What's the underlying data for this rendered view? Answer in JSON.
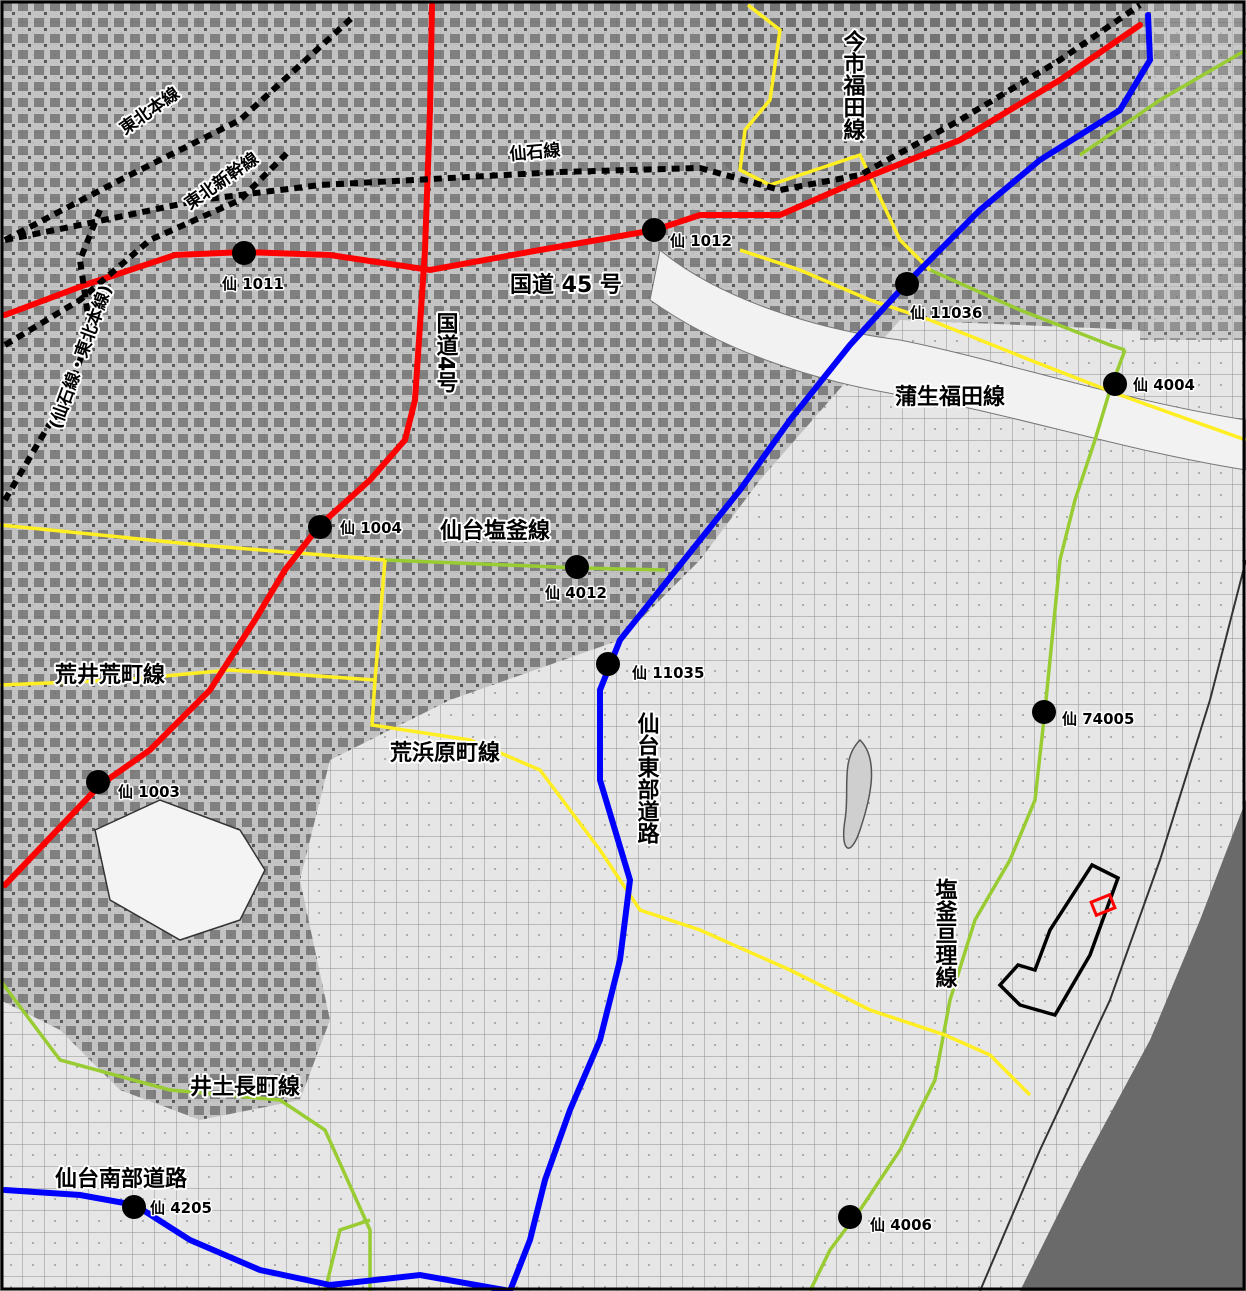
{
  "map": {
    "colors": {
      "national_route": "#ff0000",
      "bypass_road": "#0000ff",
      "prefectural_major": "#ffee22",
      "prefectural_minor": "#99cc33",
      "railway": "#000000",
      "project_area": "#000000",
      "project_marker": "#ff0000",
      "sea": "#6a6a6a",
      "land": "#e6e6e6",
      "urban": "#9a9a9a"
    },
    "railways": {
      "senseki_line": "仙石線",
      "tohoku_honsen": "東北本線",
      "tohoku_shinkansen": "東北新幹線",
      "others": "(仙石線・東北本線)"
    },
    "roads": {
      "r45": "国道 45 号",
      "r4": "国道4号",
      "sendai_tobu": "仙台東部道路",
      "sendai_nanbu": "仙台南部道路",
      "imaichi_fukuda": "今市福田線",
      "gamo_fukuda": "蒲生福田線",
      "sendai_shiogama": "仙台塩釜線",
      "arai_aramachi": "荒井荒町線",
      "arahama_haramachi": "荒浜原町線",
      "idobuchi_nagamachi": "井土長町線",
      "shiogama_watari": "塩釜亘理線"
    },
    "points": [
      {
        "id": "仙 1011"
      },
      {
        "id": "仙 1012"
      },
      {
        "id": "仙 11036"
      },
      {
        "id": "仙 4004"
      },
      {
        "id": "仙 1004"
      },
      {
        "id": "仙 4012"
      },
      {
        "id": "仙 11035"
      },
      {
        "id": "仙 74005"
      },
      {
        "id": "仙 1003"
      },
      {
        "id": "仙 4205"
      },
      {
        "id": "仙 4006"
      }
    ]
  }
}
